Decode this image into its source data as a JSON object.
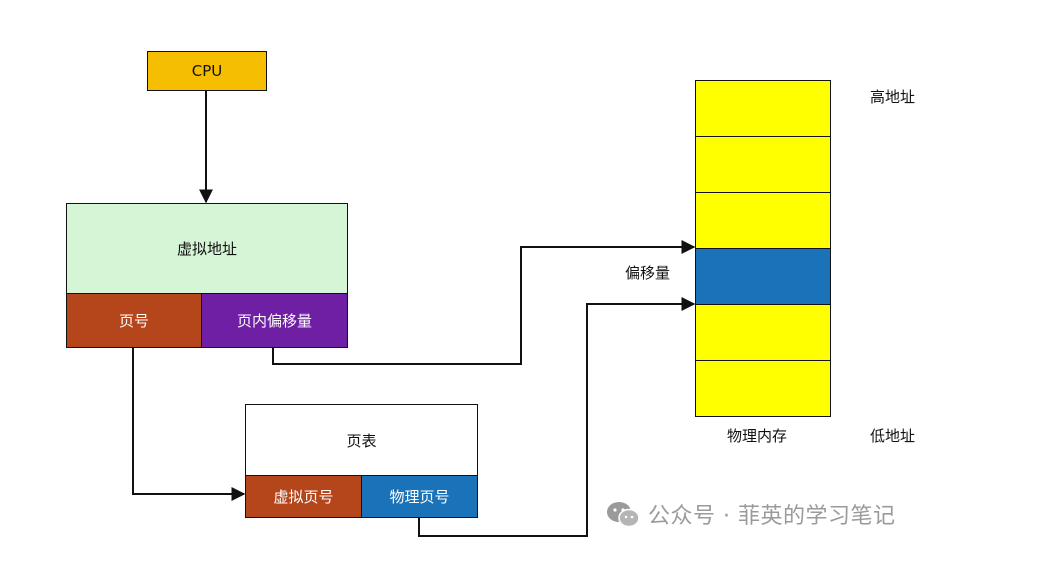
{
  "cpu": {
    "label": "CPU",
    "color": "#F5BE00"
  },
  "virtual_address": {
    "title": "虚拟地址",
    "color": "#D6F5D6",
    "page_number": {
      "label": "页号",
      "color": "#B5461B"
    },
    "page_offset": {
      "label": "页内偏移量",
      "color": "#6F1FA3"
    }
  },
  "page_table": {
    "title": "页表",
    "virtual_page_number": {
      "label": "虚拟页号",
      "color": "#B5461B"
    },
    "physical_page_number": {
      "label": "物理页号",
      "color": "#1A73B8"
    }
  },
  "physical_memory": {
    "label": "物理内存",
    "cell_color": "#FFFF00",
    "highlight_color": "#1A73B8",
    "cell_count": 6,
    "highlight_index": 3,
    "high_address_label": "高地址",
    "low_address_label": "低地址",
    "offset_label": "偏移量"
  },
  "watermark": {
    "text": "公众号 · 菲英的学习笔记",
    "icon": "wechat-icon"
  }
}
